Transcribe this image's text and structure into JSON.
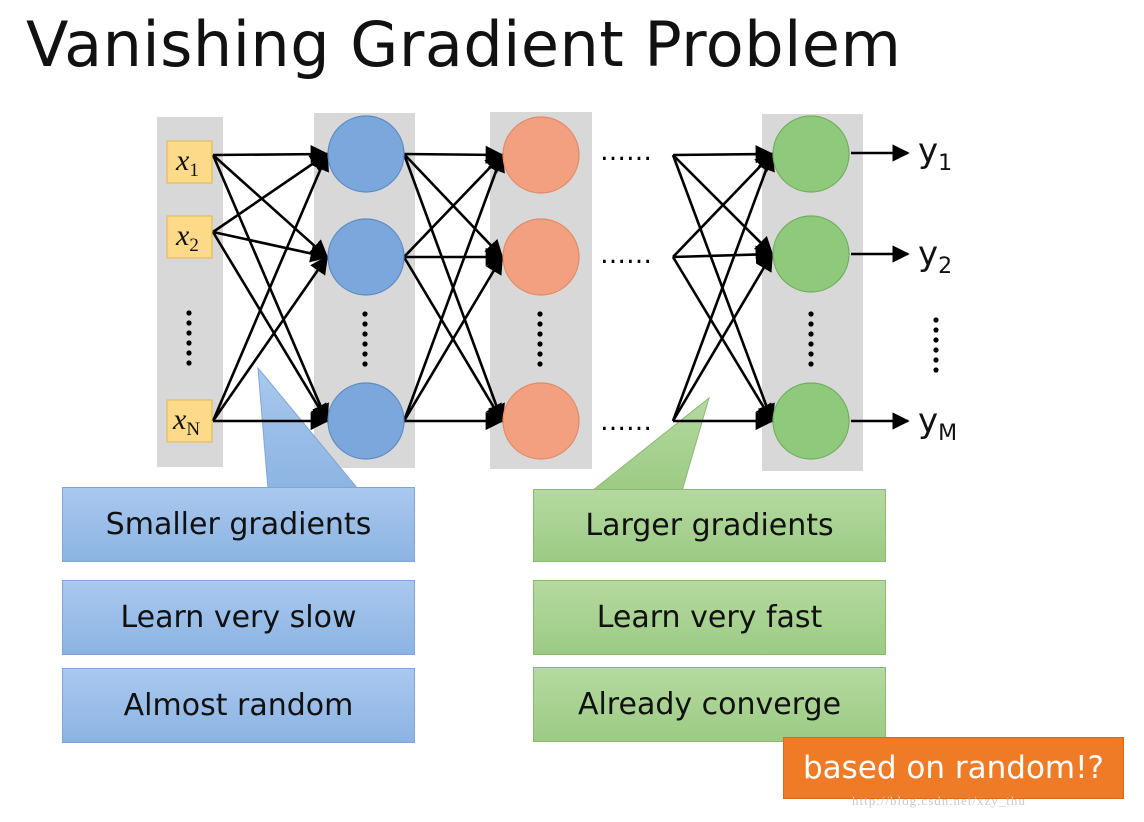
{
  "title": "Vanishing Gradient Problem",
  "inputs": [
    {
      "base": "x",
      "sub": "1"
    },
    {
      "base": "x",
      "sub": "2"
    },
    {
      "base": "x",
      "sub": "N"
    }
  ],
  "outputs": [
    {
      "base": "y",
      "sub": "1"
    },
    {
      "base": "y",
      "sub": "2"
    },
    {
      "base": "y",
      "sub": "M"
    }
  ],
  "ellipsis_text": "……",
  "callouts": {
    "left": [
      "Smaller gradients",
      "Learn very slow",
      "Almost random"
    ],
    "right": [
      "Larger gradients",
      "Learn very fast",
      "Already converge"
    ],
    "note": "based on random!?"
  },
  "watermark": "http://blog.csdn.net/xzy_thu",
  "colors": {
    "layer1_node": "#7ba7dc",
    "layer2_node": "#f2a07f",
    "layer3_node": "#8fca7c",
    "input_box": "#fdd98a",
    "panel": "#d8d8d8",
    "note": "#ef7b26"
  }
}
